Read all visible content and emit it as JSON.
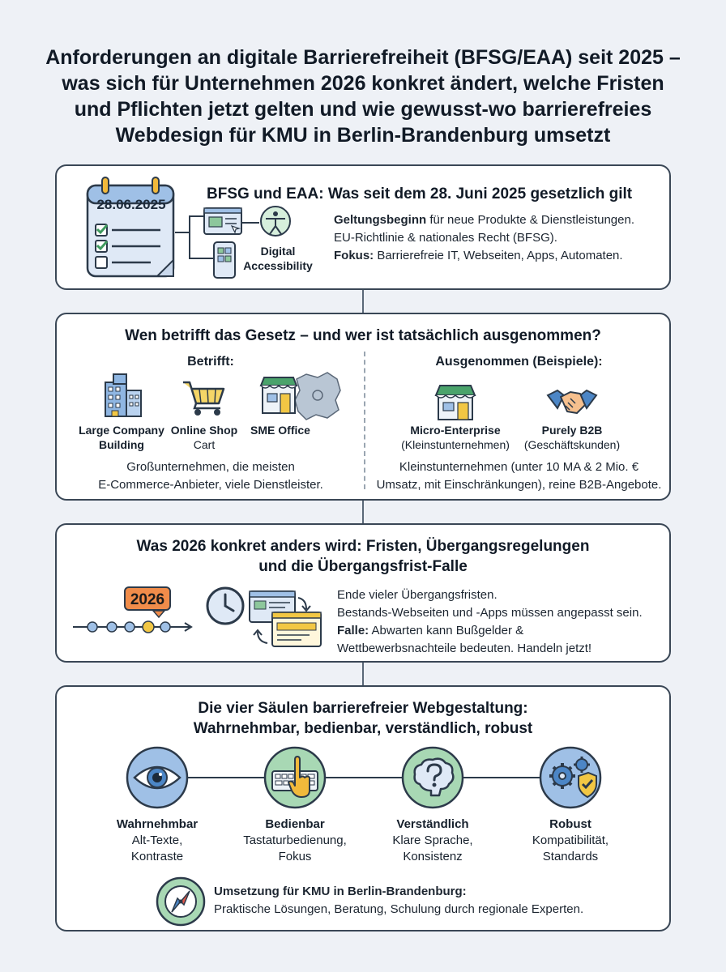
{
  "title": {
    "line1": "Anforderungen an digitale Barrierefreiheit (BFSG/EAA) seit 2025 –",
    "line2": "was sich für Unternehmen 2026 konkret ändert, welche Fristen",
    "line3": "und Pflichten jetzt gelten und wie gewusst-wo barrierefreies",
    "line4": "Webdesign für KMU in Berlin-Brandenburg umsetzt"
  },
  "section1": {
    "title": "BFSG und EAA: Was seit dem 28. Juni 2025 gesetzlich gilt",
    "calendar_date": "28.06.2025",
    "icon_label_1": "Digital",
    "icon_label_2": "Accessibility",
    "line1_bold": "Geltungsbeginn",
    "line1_rest": " für neue Produkte & Dienstleistungen.",
    "line2": "EU-Richtlinie & nationales Recht (BFSG).",
    "line3_bold": "Fokus:",
    "line3_rest": " Barrierefreie IT, Webseiten, Apps, Automaten."
  },
  "section2": {
    "title": "Wen betrifft das Gesetz – und wer ist tatsächlich ausgenommen?",
    "left_heading": "Betrifft:",
    "right_heading": "Ausgenommen (Beispiele):",
    "left_items": [
      {
        "title": "Large Company",
        "sub": "Building",
        "icon": "building-icon"
      },
      {
        "title": "Online Shop",
        "sub": "Cart",
        "icon": "cart-icon"
      },
      {
        "title": "SME Office",
        "sub": "",
        "icon": "shop-map-icon"
      }
    ],
    "right_items": [
      {
        "title": "Micro-Enterprise",
        "sub": "(Kleinstunternehmen)",
        "icon": "storefront-icon"
      },
      {
        "title": "Purely B2B",
        "sub": "(Geschäftskunden)",
        "icon": "handshake-icon"
      }
    ],
    "left_text_1": "Großunternehmen, die meisten",
    "left_text_2": "E-Commerce-Anbieter, viele Dienstleister.",
    "right_text_1": "Kleinstunternehmen (unter 10 MA & 2 Mio. €",
    "right_text_2": "Umsatz, mit Einschränkungen), reine B2B-Angebote."
  },
  "section3": {
    "title_line1": "Was 2026 konkret anders wird: Fristen, Übergangsregelungen",
    "title_line2": "und die Übergangsfrist-Falle",
    "badge": "2026",
    "line1": "Ende vieler Übergangsfristen.",
    "line2": "Bestands-Webseiten und -Apps müssen angepasst sein.",
    "line3_bold": "Falle:",
    "line3_rest": " Abwarten kann Bußgelder &",
    "line4": "Wettbewerbsnachteile bedeuten. Handeln jetzt!"
  },
  "section4": {
    "title_line1": "Die vier Säulen barrierefreier Webgestaltung:",
    "title_line2": "Wahrnehmbar, bedienbar, verständlich, robust",
    "pillars": [
      {
        "title": "Wahrnehmbar",
        "line1": "Alt-Texte,",
        "line2": "Kontraste",
        "icon": "eye-icon"
      },
      {
        "title": "Bedienbar",
        "line1": "Tastaturbedienung,",
        "line2": "Fokus",
        "icon": "keyboard-icon"
      },
      {
        "title": "Verständlich",
        "line1": "Klare Sprache,",
        "line2": "Konsistenz",
        "icon": "brain-question-icon"
      },
      {
        "title": "Robust",
        "line1": "Kompatibilität,",
        "line2": "Standards",
        "icon": "gear-shield-icon"
      }
    ],
    "footer_bold": "Umsetzung für KMU in Berlin-Brandenburg:",
    "footer_text": "Praktische Lösungen, Beratung, Schulung durch regionale Experten."
  },
  "colors": {
    "accent_blue": "#4c86c6",
    "accent_green": "#4aa36b",
    "accent_orange": "#f08c4a",
    "accent_yellow": "#f2c744",
    "border": "#3a4756"
  }
}
